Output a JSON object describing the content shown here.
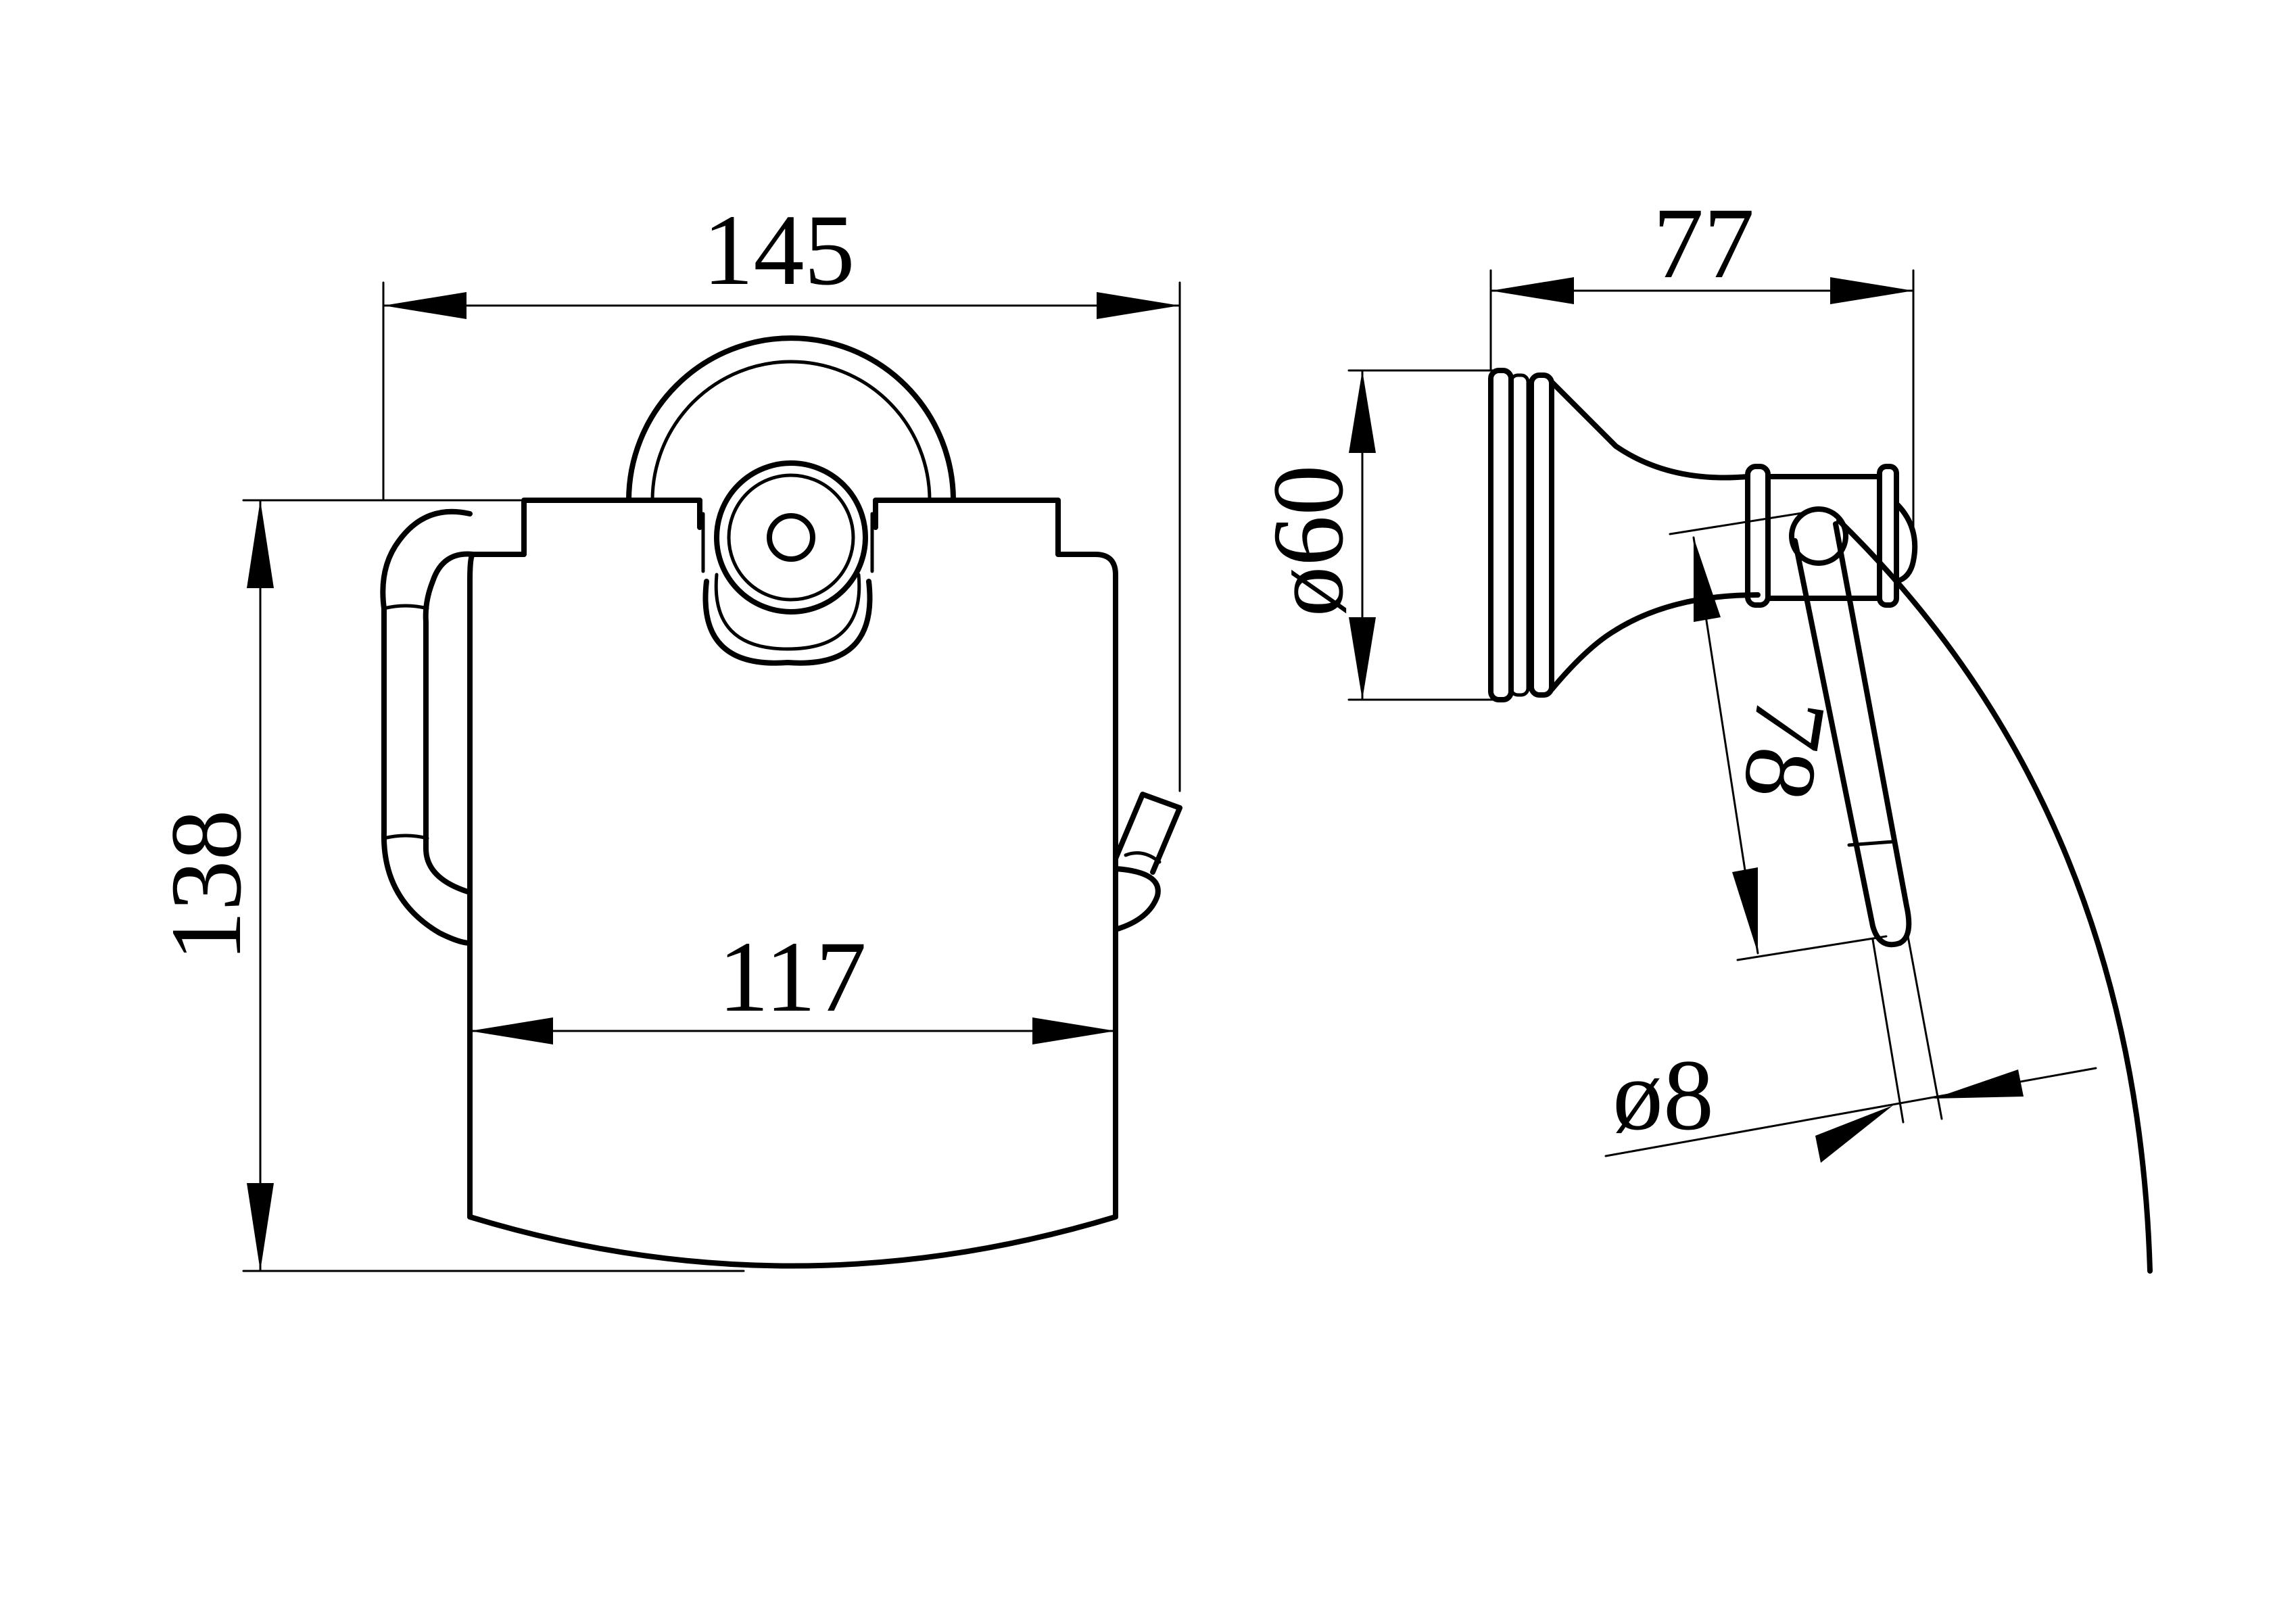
{
  "front_view": {
    "width_dimension": "145",
    "height_dimension": "138",
    "roll_width_dimension": "117"
  },
  "side_view": {
    "depth_dimension": "77",
    "rosette_diameter": "ø60",
    "arm_length_dimension": "78",
    "rod_diameter": "ø8"
  },
  "colors": {
    "line": "#000000",
    "background": "#ffffff"
  }
}
